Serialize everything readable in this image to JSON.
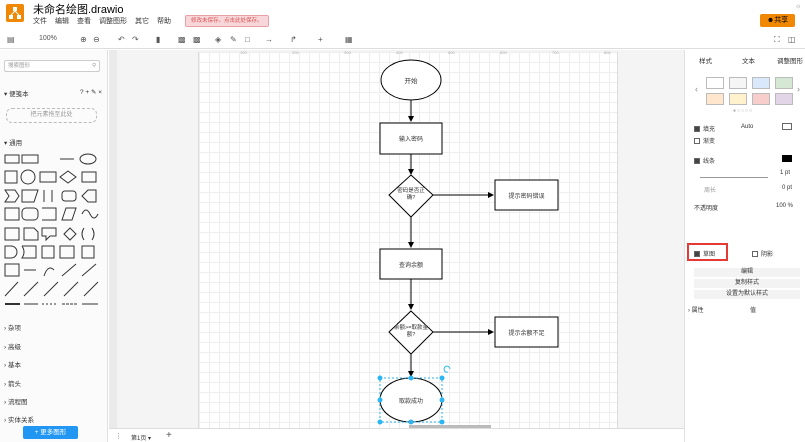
{
  "app": {
    "title": "未命名绘图.drawio",
    "unsaved_notice": "修改未保存。点击此处保存。",
    "share_label": "共享"
  },
  "menu": [
    "文件",
    "编辑",
    "查看",
    "调整图形",
    "其它",
    "帮助"
  ],
  "toolbar": {
    "zoom": "100%"
  },
  "left": {
    "search_placeholder": "搜索图形",
    "scratchpad": "便笺本",
    "dropzone": "把元素拖至此处",
    "general": "通用",
    "sections": [
      "杂项",
      "高级",
      "基本",
      "箭头",
      "流程图",
      "实体关系"
    ],
    "more_shapes": "+ 更多图形"
  },
  "diagram": {
    "nodes": {
      "start": "开始",
      "input": "输入密码",
      "check": "密码是否正确?",
      "err": "提示密码错误",
      "query": "查询余额",
      "balance": "余额>=取款金额?",
      "insufficient": "提示余额不足",
      "success": "取款成功"
    },
    "ruler": [
      "100",
      "200",
      "300",
      "400",
      "500",
      "600",
      "700",
      "800"
    ]
  },
  "pagebar": {
    "page": "第1页"
  },
  "right": {
    "tabs": [
      "样式",
      "文本",
      "调整图形"
    ],
    "fill": "填充",
    "fill_value": "Auto",
    "gradient": "渐变",
    "line": "线条",
    "line_width": "1 pt",
    "perimeter": "周长",
    "perimeter_value": "0 pt",
    "opacity": "不透明度",
    "opacity_value": "100 %",
    "rough": "草图",
    "shadow": "阴影",
    "edit": "编辑",
    "copy_style": "复制样式",
    "default_style": "设置为默认样式",
    "property": "属性",
    "value": "值"
  },
  "colors": {
    "accent": "#f08705",
    "selection": "#29b6f2",
    "highlight": "#e53935"
  }
}
